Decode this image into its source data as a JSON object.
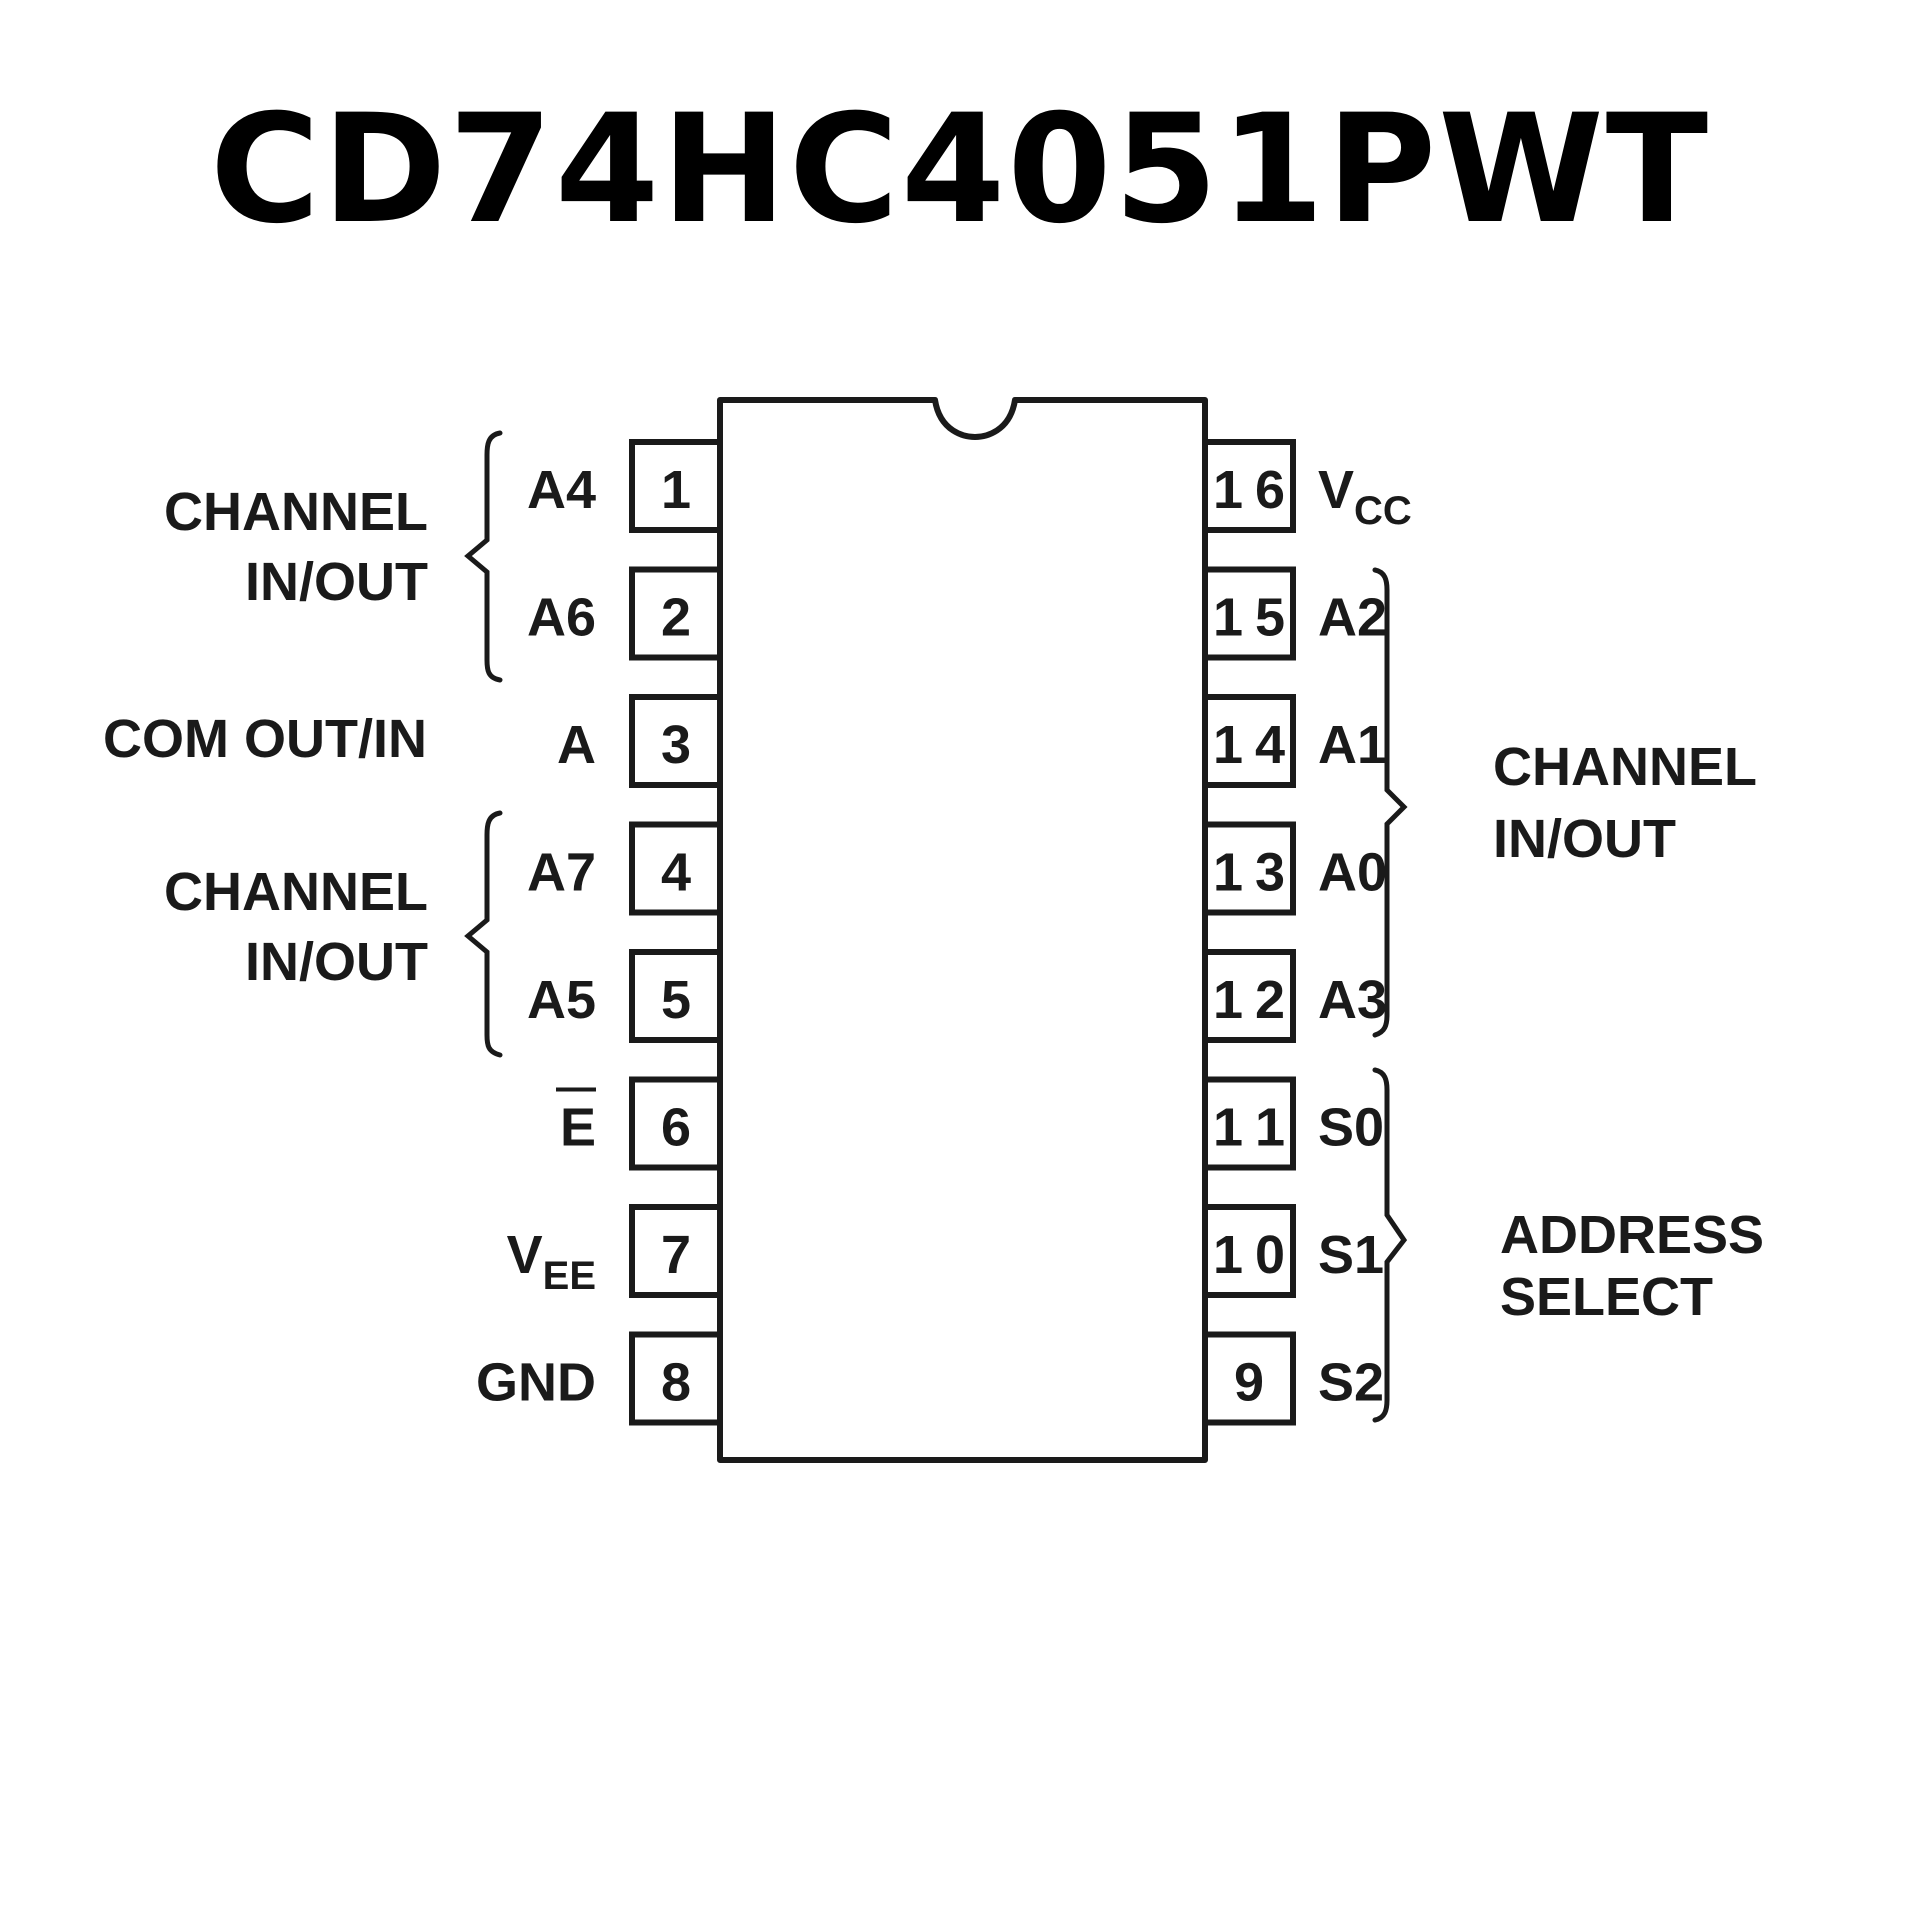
{
  "title": "CD74HC4051PWT",
  "left_pins": [
    {
      "number": "1",
      "label": "A4",
      "sub": ""
    },
    {
      "number": "2",
      "label": "A6",
      "sub": ""
    },
    {
      "number": "3",
      "label": "A",
      "sub": ""
    },
    {
      "number": "4",
      "label": "A7",
      "sub": ""
    },
    {
      "number": "5",
      "label": "A5",
      "sub": ""
    },
    {
      "number": "6",
      "label": "E",
      "sub": "",
      "overbar": true
    },
    {
      "number": "7",
      "label": "V",
      "sub": "EE"
    },
    {
      "number": "8",
      "label": "GND",
      "sub": ""
    }
  ],
  "right_pins": [
    {
      "number": "16",
      "label": "V",
      "sub": "CC"
    },
    {
      "number": "15",
      "label": "A2",
      "sub": ""
    },
    {
      "number": "14",
      "label": "A1",
      "sub": ""
    },
    {
      "number": "13",
      "label": "A0",
      "sub": ""
    },
    {
      "number": "12",
      "label": "A3",
      "sub": ""
    },
    {
      "number": "11",
      "label": "S0",
      "sub": ""
    },
    {
      "number": "10",
      "label": "S1",
      "sub": ""
    },
    {
      "number": "9",
      "label": "S2",
      "sub": ""
    }
  ],
  "groups": {
    "left_top": {
      "line1": "CHANNEL",
      "line2": "IN/OUT"
    },
    "com": {
      "text": "COM OUT/IN"
    },
    "left_bottom": {
      "line1": "CHANNEL",
      "line2": "IN/OUT"
    },
    "right_channel": {
      "line1": "CHANNEL",
      "line2": "IN/OUT"
    },
    "right_address": {
      "line1": "ADDRESS",
      "line2": "SELECT"
    }
  }
}
